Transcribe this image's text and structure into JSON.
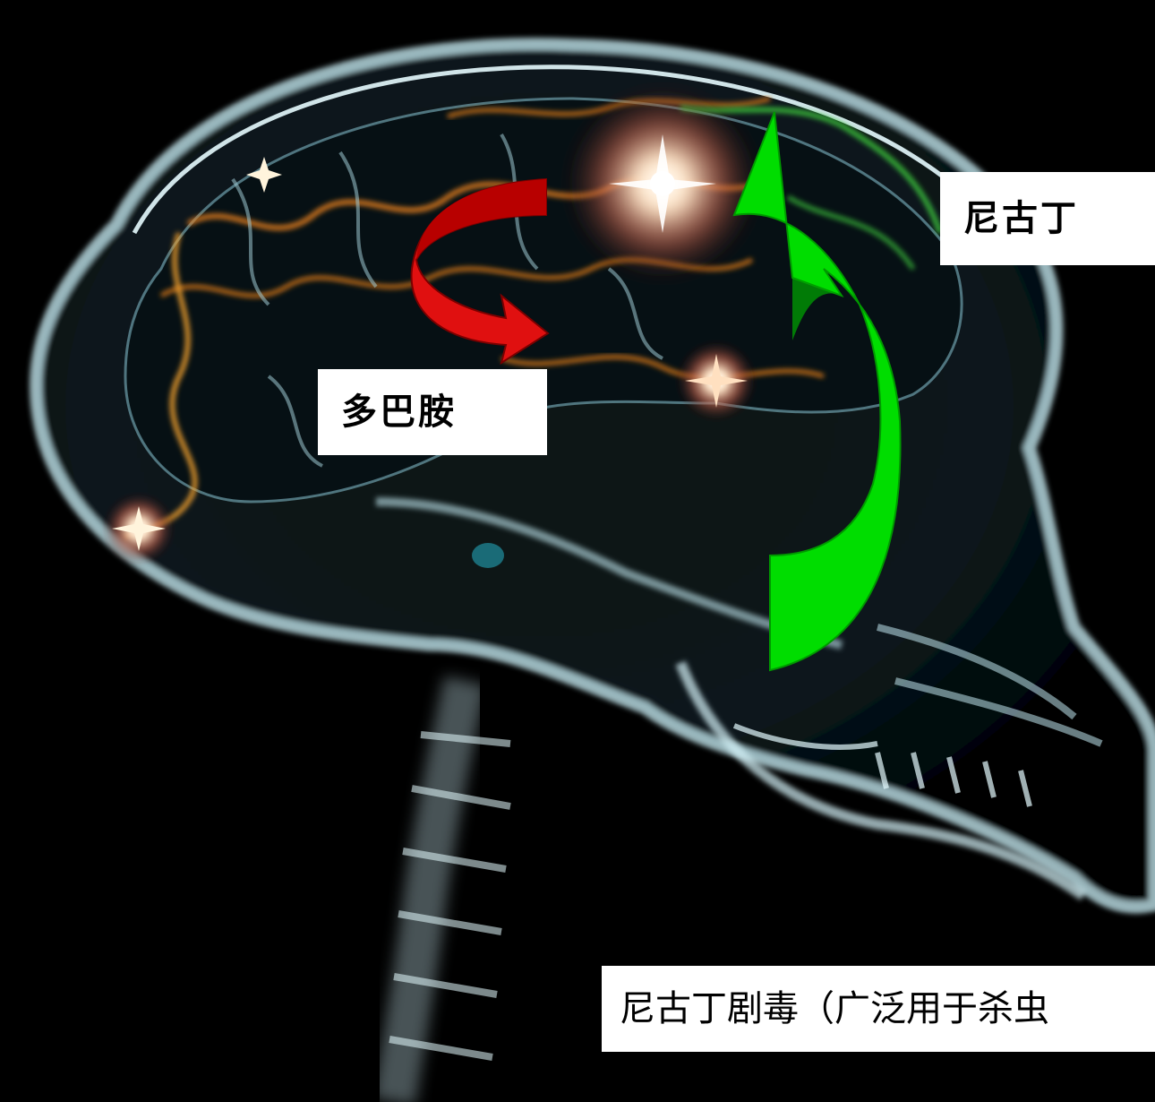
{
  "labels": {
    "nicotine": "尼古丁",
    "dopamine": "多巴胺",
    "toxicity": "尼古丁剧毒（广泛用于杀虫"
  },
  "colors": {
    "background": "#000000",
    "dopamine_arrow": "#e01010",
    "nicotine_arrow": "#00dd00",
    "skull_glow": "#bfe6ee",
    "brain_pathway_orange": "#e8801c",
    "brain_pathway_green": "#3cc83c"
  },
  "icons": {
    "dopamine_arrow": "curved-arrow-red",
    "nicotine_arrow": "curved-arrow-green"
  }
}
